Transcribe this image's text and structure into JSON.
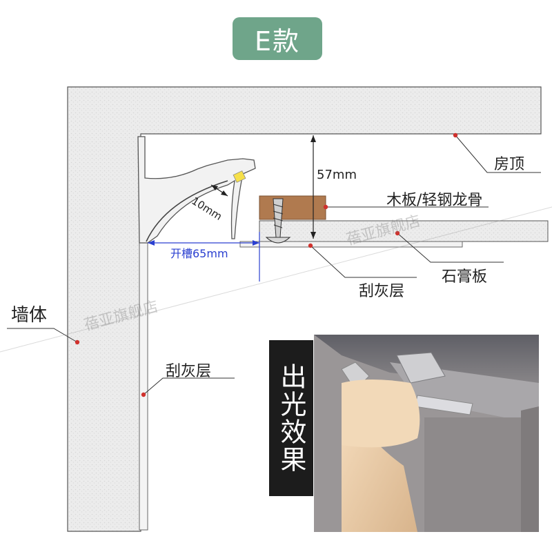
{
  "title": "E款",
  "labels": {
    "ceiling": "房顶",
    "wood_keel": "木板/轻钢龙骨",
    "gypsum": "石膏板",
    "putty_top": "刮灰层",
    "wall": "墙体",
    "putty_side": "刮灰层"
  },
  "dimensions": {
    "height": "57mm",
    "light_width": "10mm",
    "slot": "开槽65mm"
  },
  "effect_label": "出光效果",
  "watermarks": [
    "蓓亚旗舰店",
    "蓓亚旗舰店"
  ],
  "colors": {
    "title_bg": "#6fa58a",
    "dimension_blue": "#2a3fd0",
    "marker_red": "#d0312d",
    "wood": "#b07a4f",
    "concrete": "#e8e8e8"
  }
}
